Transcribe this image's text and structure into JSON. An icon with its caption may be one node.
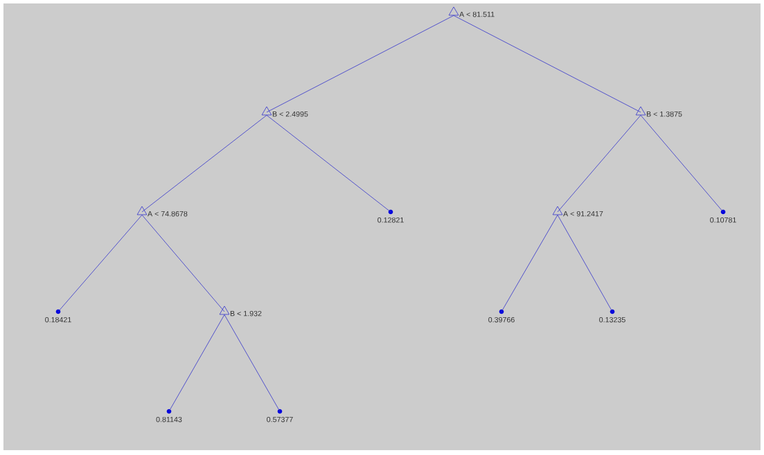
{
  "diagram": {
    "nodes": [
      {
        "text": [],
        "shape": "triangle",
        "beside": [
          "A < 81.511"
        ]
      },
      {
        "text": [],
        "shape": "triangle",
        "beside": [
          "B < 2.4995"
        ]
      },
      {
        "text": [],
        "shape": "triangle",
        "beside": [
          "A < 74.8678"
        ]
      },
      {
        "text": [],
        "shape": "circle",
        "beside": [
          "0.18421"
        ]
      },
      {
        "text": [],
        "shape": "triangle",
        "beside": [
          "B < 1.932"
        ]
      },
      {
        "text": [],
        "shape": "circle",
        "beside": [
          "0.81143"
        ]
      },
      {
        "text": [],
        "shape": "circle",
        "beside": [
          "0.57377"
        ]
      },
      {
        "text": [],
        "shape": "circle",
        "beside": [
          "0.12821"
        ]
      },
      {
        "text": [],
        "shape": "triangle",
        "beside": [
          "B < 1.3875"
        ]
      },
      {
        "text": [],
        "shape": "triangle",
        "beside": [
          "A < 91.2417"
        ]
      },
      {
        "text": [],
        "shape": "circle",
        "beside": [
          "0.39766"
        ]
      },
      {
        "text": [],
        "shape": "circle",
        "beside": [
          "0.13235"
        ]
      },
      {
        "text": [],
        "shape": "circle",
        "beside": [
          "0.10781"
        ]
      }
    ],
    "edges": [
      {
        "from": 0,
        "to": 1,
        "arrow": "none"
      },
      {
        "from": 1,
        "to": 2,
        "arrow": "none"
      },
      {
        "from": 2,
        "to": 3,
        "arrow": "none"
      },
      {
        "from": 2,
        "to": 4,
        "arrow": "none"
      },
      {
        "from": 4,
        "to": 5,
        "arrow": "none"
      },
      {
        "from": 4,
        "to": 6,
        "arrow": "none"
      },
      {
        "from": 1,
        "to": 7,
        "arrow": "none"
      },
      {
        "from": 0,
        "to": 8,
        "arrow": "none"
      },
      {
        "from": 8,
        "to": 9,
        "arrow": "none"
      },
      {
        "from": 9,
        "to": 10,
        "arrow": "none"
      },
      {
        "from": 9,
        "to": 11,
        "arrow": "none"
      },
      {
        "from": 8,
        "to": 12,
        "arrow": "none"
      }
    ]
  }
}
